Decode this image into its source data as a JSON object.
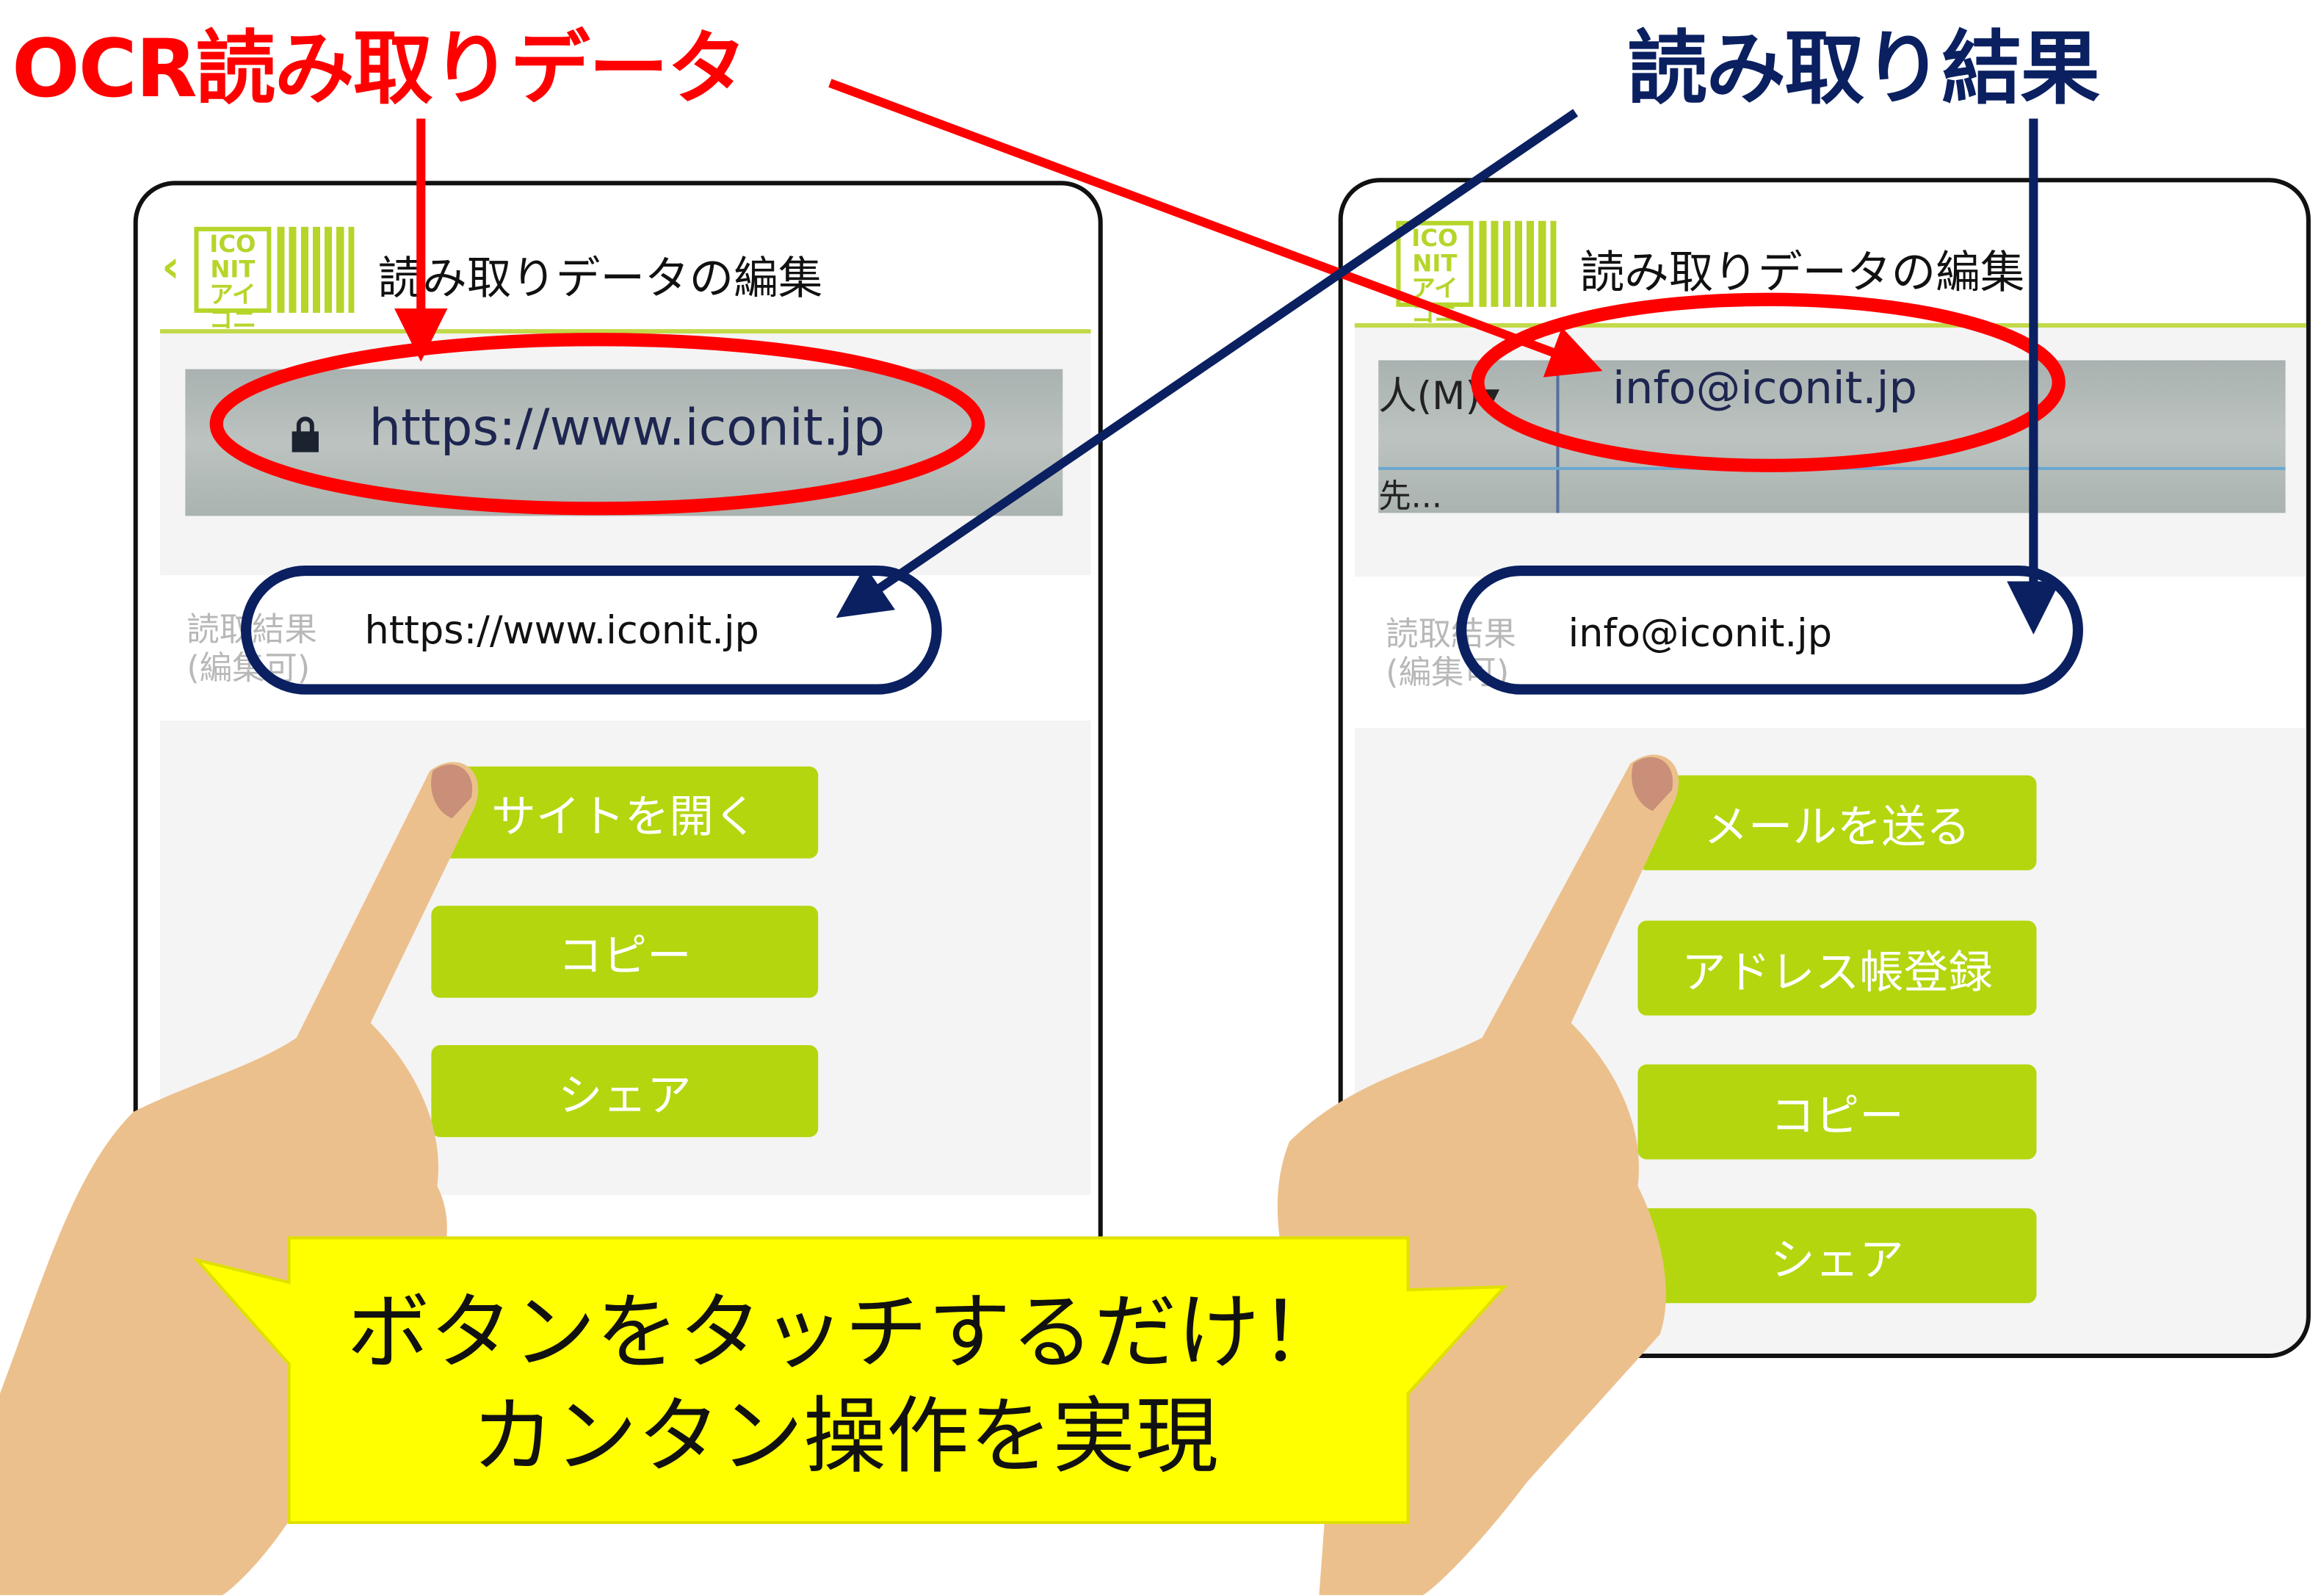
{
  "headings": {
    "ocr_label": "OCR読み取りデータ",
    "result_label": "読み取り結果"
  },
  "left_screen": {
    "header_title": "読み取りデータの編集",
    "logo_text": "ICO NIT アイコニット",
    "ocr_image_text": "https://www.iconit.jp",
    "result_label_line1": "読取結果",
    "result_label_line2": "(編集可)",
    "result_value": "https://www.iconit.jp",
    "buttons": [
      "サイトを開く",
      "コピー",
      "シェア"
    ]
  },
  "right_screen": {
    "header_title": "読み取りデータの編集",
    "logo_text": "ICO NIT アイコニット",
    "ocr_image_text": "info@iconit.jp",
    "ocr_image_side_top": "人(M)▾",
    "ocr_image_side_bottom": "先...",
    "result_label_line1": "読取結果",
    "result_label_line2": "(編集可)",
    "result_value": "info@iconit.jp",
    "buttons": [
      "メールを送る",
      "アドレス帳登録",
      "コピー",
      "シェア"
    ]
  },
  "callout": {
    "line1": "ボタンをタッチするだけ！",
    "line2": "カンタン操作を実現"
  },
  "colors": {
    "red": "#ff0000",
    "navy": "#0a2060",
    "button_green": "#b3d60e",
    "callout_yellow": "#ffff00",
    "skin": "#ecc08c"
  }
}
